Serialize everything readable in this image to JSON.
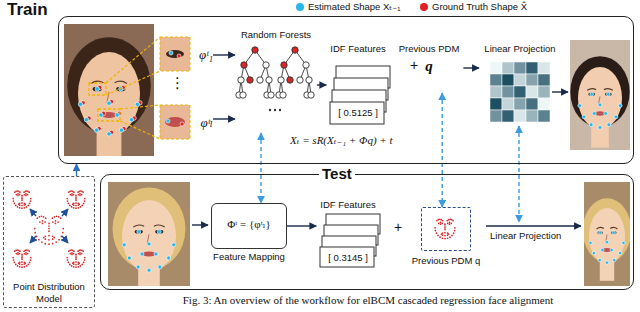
{
  "diagram": {
    "caption": "Fig. 3: An overview of the workflow for elBCM cascaded regression face alignment",
    "nodes": [
      {
        "text": [
          "Train"
        ]
      },
      {
        "text": [
          "φᵗ₁"
        ],
        "in": 0
      },
      {
        "text": [
          "φᵗₗ"
        ],
        "in": 0
      },
      {
        "text": [
          "Random Forests"
        ],
        "in": 0
      },
      {
        "text": [
          "IDF Features",
          "[ 0.5125 ]"
        ],
        "in": 0
      },
      {
        "text": [
          "Previous PDM",
          "q"
        ],
        "in": 0
      },
      {
        "text": [
          "Linear Projection"
        ],
        "in": 0
      },
      {
        "text": [
          "Point Distribution Model"
        ]
      },
      {
        "text": [
          "Test"
        ]
      },
      {
        "text": [
          "Φᵗ = {φᵗₗ}",
          "Feature Mapping"
        ],
        "in": 8
      },
      {
        "text": [
          "IDF Features",
          "[ 0.3145 ]"
        ],
        "in": 8
      },
      {
        "text": [
          "Previous PDM q"
        ],
        "in": 8
      }
    ],
    "edges": [
      {
        "from": 1,
        "to": 3,
        "arrow": "to"
      },
      {
        "from": 2,
        "to": 3,
        "arrow": "to"
      },
      {
        "from": 3,
        "to": 4,
        "arrow": "to"
      },
      {
        "from": 5,
        "to": 6,
        "arrow": "to"
      },
      {
        "from": 7,
        "to": 0,
        "arrow": "to"
      },
      {
        "from": 3,
        "to": 9,
        "arrow": "both"
      },
      {
        "from": 5,
        "to": 11,
        "arrow": "both"
      },
      {
        "from": 9,
        "to": 10,
        "arrow": "to"
      }
    ],
    "labels": [
      "⋮",
      "+",
      "Xₜ = sR(Xₜ₋₁ + Φq) + t",
      "+",
      "Linear Projection"
    ],
    "legend": [
      {
        "text": "Estimated Shape Xₜ₋₁",
        "color": "#29b6e8"
      },
      {
        "text": "Ground Truth Shape X̂",
        "color": "#e02020"
      }
    ]
  }
}
